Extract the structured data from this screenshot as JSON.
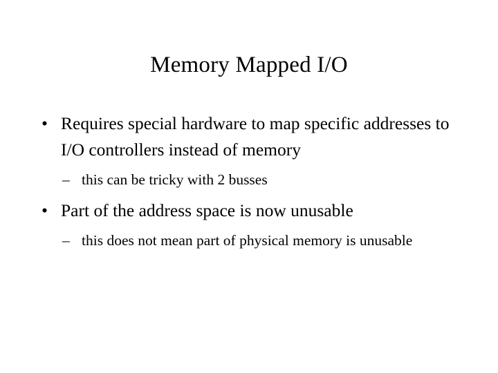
{
  "slide": {
    "title": "Memory Mapped I/O",
    "background_color": "#ffffff",
    "text_color": "#000000",
    "bullet_marker_level1": "•",
    "bullet_marker_level2": "–",
    "content": [
      {
        "level": 1,
        "text": "Requires special hardware to map specific addresses to I/O controllers instead of memory"
      },
      {
        "level": 2,
        "text": "this can be tricky with 2 busses"
      },
      {
        "level": 1,
        "text": "Part of the address space is now unusable"
      },
      {
        "level": 2,
        "text": "this does not mean part of physical memory is unusable"
      }
    ]
  }
}
